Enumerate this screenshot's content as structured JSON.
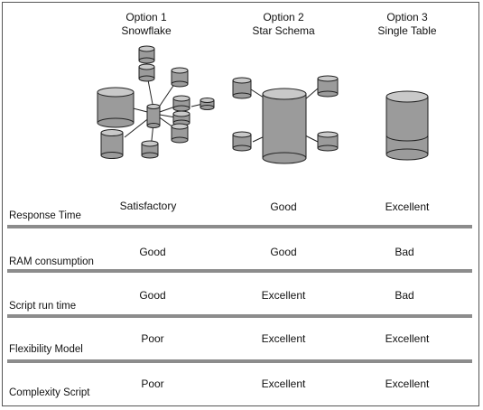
{
  "options": [
    {
      "title": "Option 1",
      "subtitle": "Snowflake"
    },
    {
      "title": "Option 2",
      "subtitle": "Star Schema"
    },
    {
      "title": "Option 3",
      "subtitle": "Single Table"
    }
  ],
  "rows": [
    {
      "label": "Response Time",
      "values": [
        "Satisfactory",
        "Good",
        "Excellent"
      ]
    },
    {
      "label": "RAM consumption",
      "values": [
        "Good",
        "Good",
        "Bad"
      ]
    },
    {
      "label": "Script run time",
      "values": [
        "Good",
        "Excellent",
        "Bad"
      ]
    },
    {
      "label": "Flexibility Model",
      "values": [
        "Poor",
        "Excellent",
        "Excellent"
      ]
    },
    {
      "label": "Complexity Script",
      "values": [
        "Poor",
        "Excellent",
        "Excellent"
      ]
    }
  ]
}
